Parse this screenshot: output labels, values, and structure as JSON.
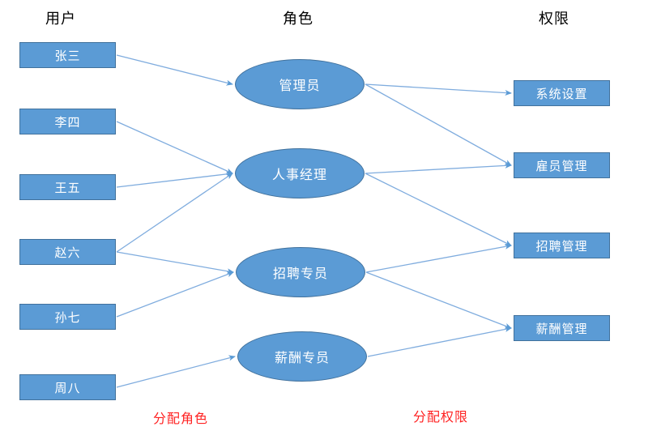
{
  "headers": {
    "users": "用户",
    "roles": "角色",
    "permissions": "权限"
  },
  "users": [
    {
      "id": "zhangsan",
      "label": "张三"
    },
    {
      "id": "lisi",
      "label": "李四"
    },
    {
      "id": "wangwu",
      "label": "王五"
    },
    {
      "id": "zhaoliu",
      "label": "赵六"
    },
    {
      "id": "sunqi",
      "label": "孙七"
    },
    {
      "id": "zhouba",
      "label": "周八"
    }
  ],
  "roles": [
    {
      "id": "admin",
      "label": "管理员"
    },
    {
      "id": "hr-manager",
      "label": "人事经理"
    },
    {
      "id": "recruit-specialist",
      "label": "招聘专员"
    },
    {
      "id": "salary-specialist",
      "label": "薪酬专员"
    }
  ],
  "permissions": [
    {
      "id": "system-settings",
      "label": "系统设置"
    },
    {
      "id": "employee-mgmt",
      "label": "雇员管理"
    },
    {
      "id": "recruit-mgmt",
      "label": "招聘管理"
    },
    {
      "id": "salary-mgmt",
      "label": "薪酬管理"
    }
  ],
  "edges": [
    {
      "from": "zhangsan",
      "to": "admin"
    },
    {
      "from": "lisi",
      "to": "hr-manager"
    },
    {
      "from": "wangwu",
      "to": "hr-manager"
    },
    {
      "from": "zhaoliu",
      "to": "hr-manager"
    },
    {
      "from": "zhaoliu",
      "to": "recruit-specialist"
    },
    {
      "from": "sunqi",
      "to": "recruit-specialist"
    },
    {
      "from": "zhouba",
      "to": "salary-specialist"
    },
    {
      "from": "admin",
      "to": "system-settings"
    },
    {
      "from": "admin",
      "to": "employee-mgmt"
    },
    {
      "from": "hr-manager",
      "to": "employee-mgmt"
    },
    {
      "from": "hr-manager",
      "to": "recruit-mgmt"
    },
    {
      "from": "recruit-specialist",
      "to": "recruit-mgmt"
    },
    {
      "from": "recruit-specialist",
      "to": "salary-mgmt"
    },
    {
      "from": "salary-specialist",
      "to": "salary-mgmt"
    }
  ],
  "annotations": {
    "assign_role": "分配角色",
    "assign_permission": "分配权限"
  },
  "colors": {
    "page_bg": "#FFFFFF",
    "node_fill": "#5B9BD5",
    "node_border": "#41719C",
    "node_text": "#FFFFFF",
    "connector": "#7FACDE",
    "arrowhead": "#5B9BD5",
    "annotation": "#FF2222",
    "header_text": "#000000"
  }
}
